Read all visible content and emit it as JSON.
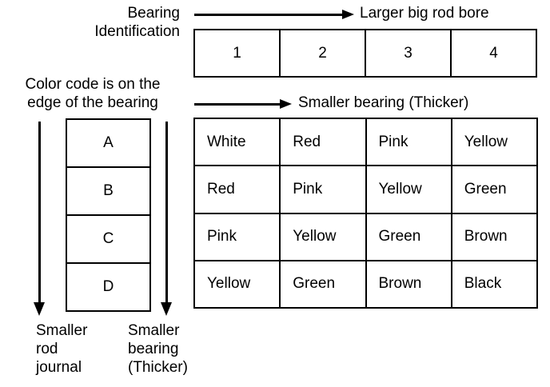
{
  "annotations": {
    "bearing_identification": "Bearing\nIdentification",
    "color_code_note": "Color code is on the\nedge of the bearing",
    "larger_big_rod_bore": "Larger big rod bore",
    "smaller_bearing_thicker_top": "Smaller bearing (Thicker)",
    "smaller_rod_journal": "Smaller\nrod\njournal",
    "smaller_bearing_thicker_bottom": "Smaller\nbearing\n(Thicker)"
  },
  "top_table": {
    "columns": [
      "1",
      "2",
      "3",
      "4"
    ]
  },
  "row_table": {
    "rows": [
      "A",
      "B",
      "C",
      "D"
    ]
  },
  "color_table": {
    "rows": [
      [
        "White",
        "Red",
        "Pink",
        "Yellow"
      ],
      [
        "Red",
        "Pink",
        "Yellow",
        "Green"
      ],
      [
        "Pink",
        "Yellow",
        "Green",
        "Brown"
      ],
      [
        "Yellow",
        "Green",
        "Brown",
        "Black"
      ]
    ]
  },
  "style": {
    "ink": "#000000",
    "paper": "#ffffff"
  }
}
